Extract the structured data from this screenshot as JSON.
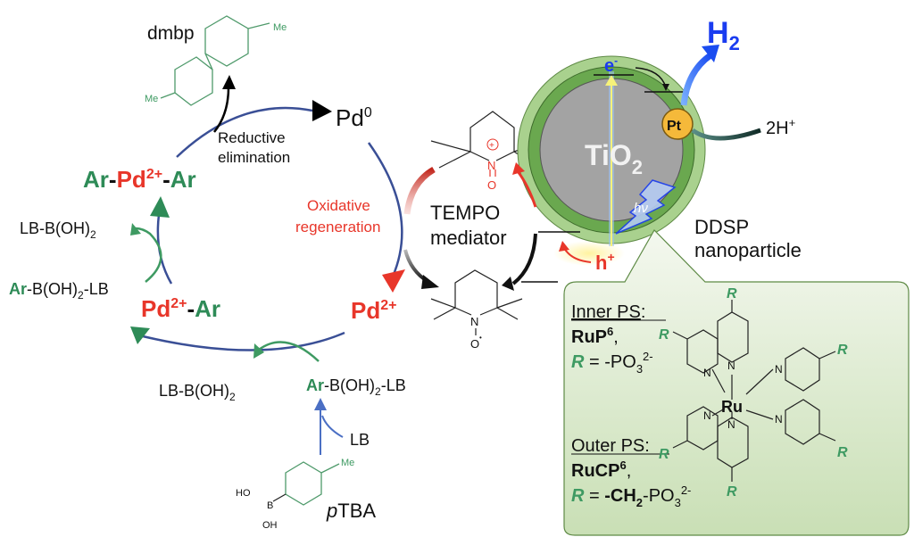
{
  "colors": {
    "cycle_line": "#3a4f96",
    "pd_red": "#e8362a",
    "ar_green": "#2e8b57",
    "molecule_green": "#4f9a6b",
    "h2_blue": "#1a3cf0",
    "tio2_gray": "#a3a3a3",
    "shell_dark_green": "#6aa84f",
    "shell_light_green": "#a9d18e",
    "pt_gold": "#f5b93a",
    "callout_bg": "#e4efd8"
  },
  "catalytic_cycle": {
    "pd0": {
      "base": "Pd",
      "sup": "0"
    },
    "ar_pd_ar": {
      "ar1": "Ar",
      "dash1": "-",
      "pd": "Pd",
      "sup": "2+",
      "dash2": "-",
      "ar2": "Ar"
    },
    "pd_ar": {
      "pd": "Pd",
      "sup": "2+",
      "dash": "-",
      "ar": "Ar"
    },
    "pd2": {
      "pd": "Pd",
      "sup": "2+"
    },
    "reductive_elimination": [
      "Reductive",
      "elimination"
    ],
    "oxidative_regeneration": [
      "Oxidative",
      "regeneration"
    ],
    "dmbp_label": "dmbp",
    "me_label": "Me",
    "lb_boh2_upper": {
      "main": "LB-B(OH)",
      "sub": "2"
    },
    "ar_boh2_lb_left": {
      "ar": "Ar",
      "main": "-B(OH)",
      "sub": "2",
      "tail": "-LB"
    },
    "lb_boh2_lower": {
      "main": "LB-B(OH)",
      "sub": "2"
    },
    "ar_boh2_lb_bottom": {
      "ar": "Ar",
      "main": "-B(OH)",
      "sub": "2",
      "tail": "-LB"
    },
    "lb": "LB",
    "ptba": {
      "italic": "p",
      "rest": "TBA"
    },
    "ptba_atoms": {
      "ho": "HO",
      "b": "B",
      "oh": "OH",
      "me": "Me"
    }
  },
  "tempo": {
    "label": [
      "TEMPO",
      "mediator"
    ],
    "oxo_atoms": {
      "n": "N",
      "plus": "+",
      "o": "O"
    },
    "radical_atoms": {
      "n": "N",
      "o": "O",
      "dot": "•"
    }
  },
  "nanoparticle": {
    "core_label": {
      "main": "TiO",
      "sub": "2"
    },
    "electron": {
      "main": "e",
      "sup": "-"
    },
    "hole": {
      "main": "h",
      "sup": "+"
    },
    "pt_label": "Pt",
    "hv_label": "hν",
    "h2": {
      "main": "H",
      "sub": "2"
    },
    "protons": {
      "main": "2H",
      "sup": "+"
    },
    "ddsp_label": [
      "DDSP",
      "nanoparticle"
    ]
  },
  "callout": {
    "inner_ps_heading": "Inner PS",
    "inner_ps_name": {
      "main": "RuP",
      "sup": "6",
      "comma": ","
    },
    "inner_ps_r": {
      "r": "R",
      "eq": " = -PO",
      "sub": "3",
      "sup": "2-"
    },
    "outer_ps_heading": "Outer PS",
    "outer_ps_name": {
      "main": "RuCP",
      "sup": "6",
      "comma": ","
    },
    "outer_ps_r": {
      "r": "R",
      "eq": " = ",
      "bold": "-CH",
      "boldsub": "2",
      "rest": "-PO",
      "sub": "3",
      "sup": "2-"
    },
    "complex_atoms": {
      "ru": "Ru",
      "n": "N",
      "r": "R"
    },
    "colon": ":"
  }
}
